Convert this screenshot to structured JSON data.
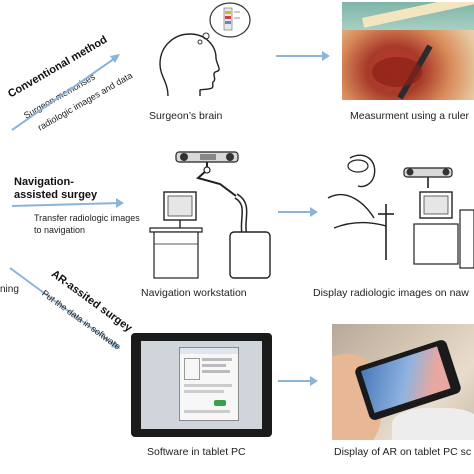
{
  "rows": [
    {
      "method_title": "Conventional method",
      "method_desc": [
        "Surgeon memorises",
        "radiologic images and data"
      ],
      "left_caption": "Surgeon’s brain",
      "right_caption": "Measurment using a ruler"
    },
    {
      "method_title": [
        "Navigation-",
        "assisted surgey"
      ],
      "method_desc": [
        "Transfer radiologic images",
        "to navigation"
      ],
      "left_caption": "Navigation workstation",
      "right_caption": "Display radiologic images on naw"
    },
    {
      "method_title": "AR-assited surgey",
      "method_desc": [
        "Put the data in software"
      ],
      "left_fragment": "ning",
      "left_caption": "Software in tablet PC",
      "right_caption": "Display of AR on tablet PC sc"
    }
  ],
  "colors": {
    "arrow": "#8db3d9",
    "photo_tissue": "#b5452f",
    "tablet_frame": "#1b1b1b"
  },
  "icons": [
    "head-outline-icon",
    "thought-bubble-icon",
    "ruler-photo",
    "navigation-workstation-drawing",
    "surgeon-drawing",
    "tablet-software-screen",
    "ar-phone-photo"
  ]
}
